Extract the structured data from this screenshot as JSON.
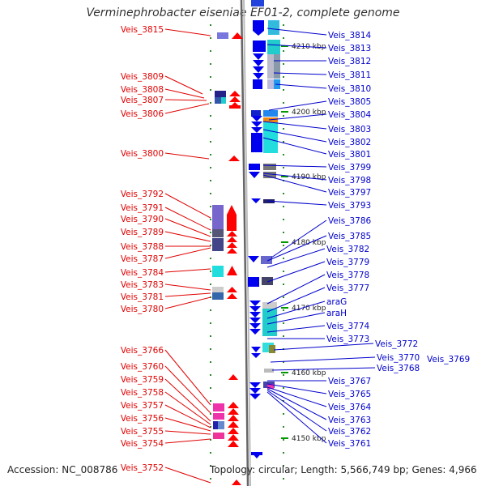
{
  "title": "Verminephrobacter eiseniae EF01-2, complete genome",
  "accession": "Accession: NC_008786",
  "topology": "Topology: circular; Length: 5,566,749 bp; Genes: 4,966",
  "colors": {
    "left_label": "#e00000",
    "right_label": "#0000cc",
    "forward_arrow": "#ff0000",
    "reverse_arrow": "#0000ee",
    "axis": "#888888",
    "scale_tick": "#009900"
  },
  "scale_marks": [
    "4210 kbp",
    "4200 kbp",
    "4190 kbp",
    "4180 kbp",
    "4170 kbp",
    "4160 kbp",
    "4150 kbp"
  ],
  "left_labels": [
    "Veis_3815",
    "Veis_3809",
    "Veis_3808",
    "Veis_3807",
    "Veis_3806",
    "Veis_3800",
    "Veis_3792",
    "Veis_3791",
    "Veis_3790",
    "Veis_3789",
    "Veis_3788",
    "Veis_3787",
    "Veis_3784",
    "Veis_3783",
    "Veis_3781",
    "Veis_3780",
    "Veis_3766",
    "Veis_3760",
    "Veis_3759",
    "Veis_3758",
    "Veis_3757",
    "Veis_3756",
    "Veis_3755",
    "Veis_3754",
    "Veis_3752"
  ],
  "right_labels": [
    "Veis_3814",
    "Veis_3813",
    "Veis_3812",
    "Veis_3811",
    "Veis_3810",
    "Veis_3805",
    "Veis_3804",
    "Veis_3803",
    "Veis_3802",
    "Veis_3801",
    "Veis_3799",
    "Veis_3798",
    "Veis_3797",
    "Veis_3793",
    "Veis_3786",
    "Veis_3785",
    "Veis_3782",
    "Veis_3779",
    "Veis_3778",
    "Veis_3777",
    "araG",
    "araH",
    "Veis_3774",
    "Veis_3773",
    "Veis_3772",
    "Veis_3770",
    "Veis_3769",
    "Veis_3768",
    "Veis_3767",
    "Veis_3765",
    "Veis_3764",
    "Veis_3763",
    "Veis_3762",
    "Veis_3761"
  ]
}
